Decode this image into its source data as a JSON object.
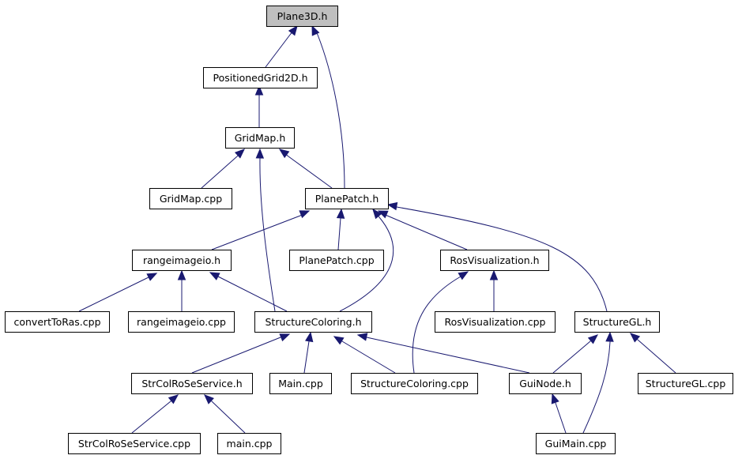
{
  "nodes": [
    {
      "id": "plane3d",
      "label": "Plane3D.h",
      "root": true
    },
    {
      "id": "positionedgrid2d",
      "label": "PositionedGrid2D.h"
    },
    {
      "id": "gridmap_h",
      "label": "GridMap.h"
    },
    {
      "id": "gridmap_cpp",
      "label": "GridMap.cpp"
    },
    {
      "id": "planepatch_h",
      "label": "PlanePatch.h"
    },
    {
      "id": "rangeimageio_h",
      "label": "rangeimageio.h"
    },
    {
      "id": "planepatch_cpp",
      "label": "PlanePatch.cpp"
    },
    {
      "id": "rosvis_h",
      "label": "RosVisualization.h"
    },
    {
      "id": "converttoras",
      "label": "convertToRas.cpp"
    },
    {
      "id": "rangeimageio_cpp",
      "label": "rangeimageio.cpp"
    },
    {
      "id": "structurecoloring_h",
      "label": "StructureColoring.h"
    },
    {
      "id": "rosvis_cpp",
      "label": "RosVisualization.cpp"
    },
    {
      "id": "structuregl_h",
      "label": "StructureGL.h"
    },
    {
      "id": "strcolrose_h",
      "label": "StrColRoSeService.h"
    },
    {
      "id": "main_cpp_upper",
      "label": "Main.cpp"
    },
    {
      "id": "structurecoloring_cpp",
      "label": "StructureColoring.cpp"
    },
    {
      "id": "guinode_h",
      "label": "GuiNode.h"
    },
    {
      "id": "structuregl_cpp",
      "label": "StructureGL.cpp"
    },
    {
      "id": "strcolrose_cpp",
      "label": "StrColRoSeService.cpp"
    },
    {
      "id": "main_cpp_lower",
      "label": "main.cpp"
    },
    {
      "id": "guimain_cpp",
      "label": "GuiMain.cpp"
    }
  ],
  "edges": [
    {
      "from": "positionedgrid2d",
      "to": "plane3d"
    },
    {
      "from": "planepatch_h",
      "to": "plane3d"
    },
    {
      "from": "gridmap_h",
      "to": "positionedgrid2d"
    },
    {
      "from": "gridmap_cpp",
      "to": "gridmap_h"
    },
    {
      "from": "planepatch_h",
      "to": "gridmap_h"
    },
    {
      "from": "structurecoloring_h",
      "to": "gridmap_h"
    },
    {
      "from": "rangeimageio_h",
      "to": "planepatch_h"
    },
    {
      "from": "planepatch_cpp",
      "to": "planepatch_h"
    },
    {
      "from": "structurecoloring_h",
      "to": "planepatch_h"
    },
    {
      "from": "rosvis_h",
      "to": "planepatch_h"
    },
    {
      "from": "structuregl_h",
      "to": "planepatch_h"
    },
    {
      "from": "converttoras",
      "to": "rangeimageio_h"
    },
    {
      "from": "rangeimageio_cpp",
      "to": "rangeimageio_h"
    },
    {
      "from": "structurecoloring_h",
      "to": "rangeimageio_h"
    },
    {
      "from": "structurecoloring_cpp",
      "to": "rosvis_h"
    },
    {
      "from": "rosvis_cpp",
      "to": "rosvis_h"
    },
    {
      "from": "strcolrose_h",
      "to": "structurecoloring_h"
    },
    {
      "from": "main_cpp_upper",
      "to": "structurecoloring_h"
    },
    {
      "from": "structurecoloring_cpp",
      "to": "structurecoloring_h"
    },
    {
      "from": "guinode_h",
      "to": "structurecoloring_h"
    },
    {
      "from": "guinode_h",
      "to": "structuregl_h"
    },
    {
      "from": "guimain_cpp",
      "to": "structuregl_h"
    },
    {
      "from": "structuregl_cpp",
      "to": "structuregl_h"
    },
    {
      "from": "strcolrose_cpp",
      "to": "strcolrose_h"
    },
    {
      "from": "main_cpp_lower",
      "to": "strcolrose_h"
    },
    {
      "from": "guimain_cpp",
      "to": "guinode_h"
    }
  ],
  "colors": {
    "edge": "#191970",
    "root_fill": "#bfbfbf",
    "node_fill": "#ffffff",
    "node_border": "#000000"
  }
}
